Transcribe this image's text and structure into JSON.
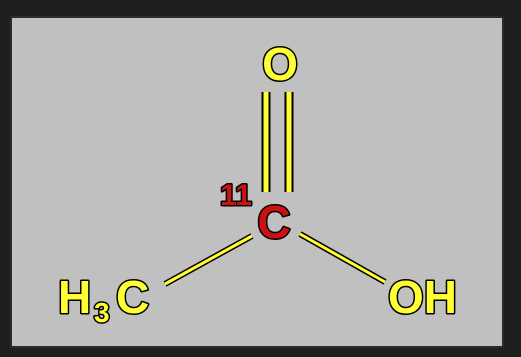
{
  "molecule": {
    "atoms": {
      "carbonyl_oxygen": "O",
      "isotope_mass": "11",
      "central_carbon": "C",
      "methyl_h": "H",
      "methyl_subscript": "3",
      "methyl_c": "C",
      "hydroxyl": "OH"
    }
  },
  "colors": {
    "background": "#c0c0c0",
    "frame": "#1f1f1f",
    "bond": "#ffff33",
    "label": "#ffff33",
    "isotope_carbon": "#cc1111",
    "outline": "#000000"
  }
}
